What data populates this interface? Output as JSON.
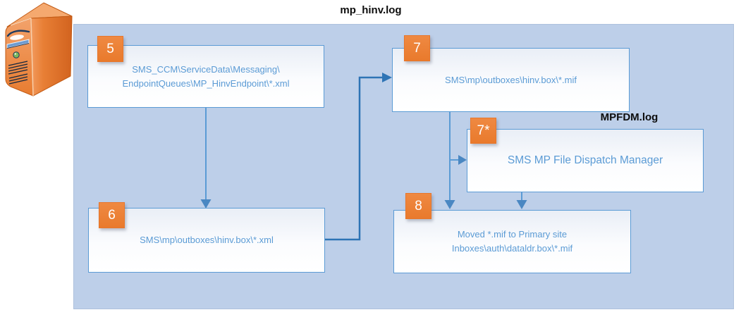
{
  "labels": {
    "diagram_title": "mp_hinv.log",
    "mpfdm_log": "MPFDM.log"
  },
  "boxes": {
    "box5": {
      "badge": "5",
      "line1": "SMS_CCM\\ServiceData\\Messaging\\",
      "line2": "EndpointQueues\\MP_HinvEndpoint\\*.xml"
    },
    "box7": {
      "badge": "7",
      "line1": "SMS\\mp\\outboxes\\hinv.box\\*.mif"
    },
    "box7star": {
      "badge": "7*",
      "line1": "SMS MP File Dispatch Manager"
    },
    "box6": {
      "badge": "6",
      "line1": "SMS\\mp\\outboxes\\hinv.box\\*.xml"
    },
    "box8": {
      "badge": "8",
      "line1": "Moved *.mif to Primary site",
      "line2": "Inboxes\\auth\\dataldr.box\\*.mif"
    }
  },
  "connections": [
    {
      "from": "5",
      "to": "6"
    },
    {
      "from": "6",
      "to": "7"
    },
    {
      "from": "7",
      "to": "7*"
    },
    {
      "from": "7",
      "to": "8"
    },
    {
      "from": "7*",
      "to": "8"
    }
  ],
  "icons": {
    "server": "server-tower"
  },
  "colors": {
    "container_fill": "#bdcfe9",
    "box_border": "#5b9bd5",
    "box_text": "#5b9bd5",
    "badge_fill": "#ed7d31",
    "arrow_light": "#5b9bd5",
    "arrow_dark": "#2e74b5",
    "title_text": "#0d0d0d",
    "server_orange": "#e87c30"
  }
}
